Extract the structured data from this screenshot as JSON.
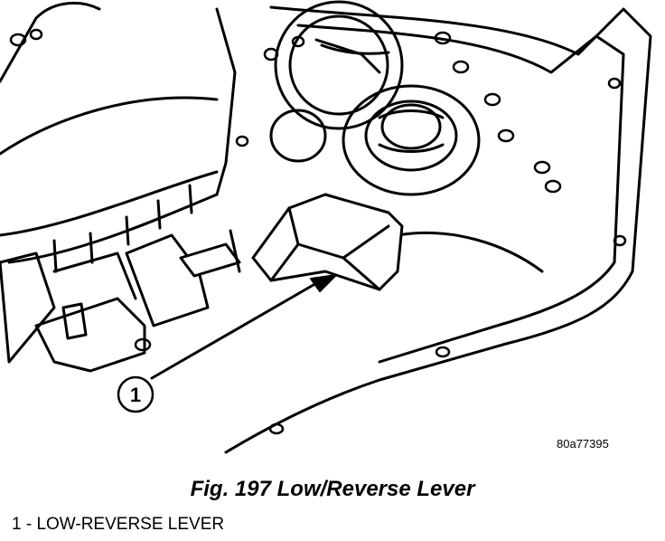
{
  "figure": {
    "callout_number": "1",
    "reference_code": "80a77395",
    "caption": "Fig. 197 Low/Reverse Lever"
  },
  "legend": {
    "items": [
      "1 - LOW-REVERSE LEVER"
    ]
  }
}
